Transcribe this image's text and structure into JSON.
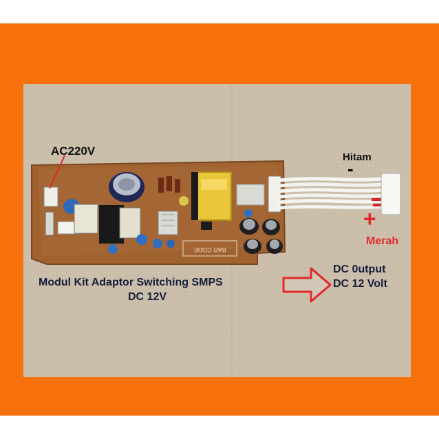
{
  "labels": {
    "ac_input": "AC220V",
    "negative_wire": "Hitam",
    "negative_sign": "-",
    "positive_sign": "+",
    "positive_wire": "Merah",
    "caption_line1": "Modul Kit Adaptor Switching SMPS",
    "caption_line2": "DC 12V",
    "output_line1": "DC 0utput",
    "output_line2": "DC 12 Volt"
  },
  "pcb_printed_text": {
    "bar_code": "BAR CODE"
  },
  "colors": {
    "frame": "#f7720d",
    "background": "#cbbfac",
    "pcb": "#a0622f",
    "arrow": "#e3262a",
    "caption_text": "#151d3a",
    "positive_text": "#e3262a"
  }
}
